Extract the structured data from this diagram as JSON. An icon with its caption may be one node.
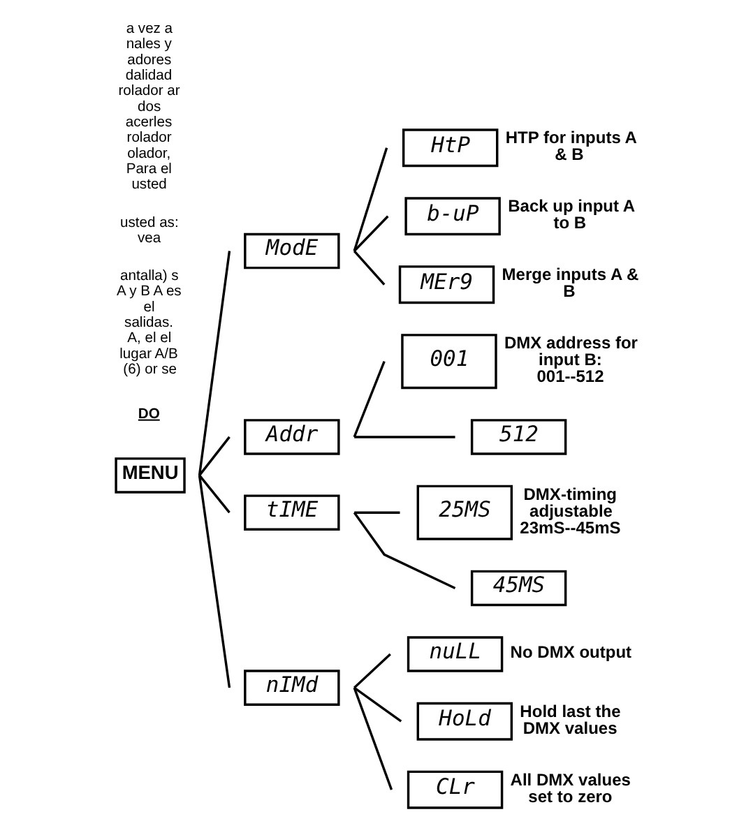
{
  "diagram": {
    "nodes": [
      {
        "text": [
          "MENU"
        ]
      },
      {
        "text": [
          "ModE"
        ]
      },
      {
        "text": [
          "HtP"
        ],
        "beside": [
          "HTP for inputs A & B"
        ]
      },
      {
        "text": [
          "b-uP"
        ],
        "beside": [
          "Back up input A to B"
        ]
      },
      {
        "text": [
          "MEr9"
        ],
        "beside": [
          "Merge inputs A & B"
        ]
      },
      {
        "text": [
          "Addr"
        ]
      },
      {
        "text": [
          "001"
        ],
        "beside": [
          "DMX address for input B: 001--512"
        ]
      },
      {
        "text": [
          "512"
        ]
      },
      {
        "text": [
          "tIME"
        ]
      },
      {
        "text": [
          "25MS"
        ],
        "beside": [
          "DMX-timing adjustable 23mS--45mS"
        ]
      },
      {
        "text": [
          "45MS"
        ]
      },
      {
        "text": [
          "nIMd"
        ]
      },
      {
        "text": [
          "nuLL"
        ],
        "beside": [
          "No DMX output"
        ]
      },
      {
        "text": [
          "HoLd"
        ],
        "beside": [
          "Hold last the DMX values"
        ]
      },
      {
        "text": [
          "CLr"
        ],
        "beside": [
          "All DMX values set to zero"
        ]
      }
    ],
    "edges": [
      {
        "from": 0,
        "to": 1,
        "arrow": "none"
      },
      {
        "from": 0,
        "to": 5,
        "arrow": "none"
      },
      {
        "from": 0,
        "to": 8,
        "arrow": "none"
      },
      {
        "from": 0,
        "to": 11,
        "arrow": "none"
      },
      {
        "from": 1,
        "to": 2,
        "arrow": "none"
      },
      {
        "from": 1,
        "to": 3,
        "arrow": "none"
      },
      {
        "from": 1,
        "to": 4,
        "arrow": "none"
      },
      {
        "from": 5,
        "to": 6,
        "arrow": "none"
      },
      {
        "from": 5,
        "to": 7,
        "arrow": "none"
      },
      {
        "from": 8,
        "to": 9,
        "arrow": "none"
      },
      {
        "from": 8,
        "to": 10,
        "arrow": "none"
      },
      {
        "from": 11,
        "to": 12,
        "arrow": "none"
      },
      {
        "from": 11,
        "to": 13,
        "arrow": "none"
      },
      {
        "from": 11,
        "to": 14,
        "arrow": "none"
      }
    ],
    "labels": [
      "DO",
      "antalla) s A y B A es el salidas. A, el el lugar A/B (6) or se",
      "usted as: vea",
      "a vez a nales y adores dalidad rolador ar dos acerles rolador olador, Para el usted"
    ]
  }
}
